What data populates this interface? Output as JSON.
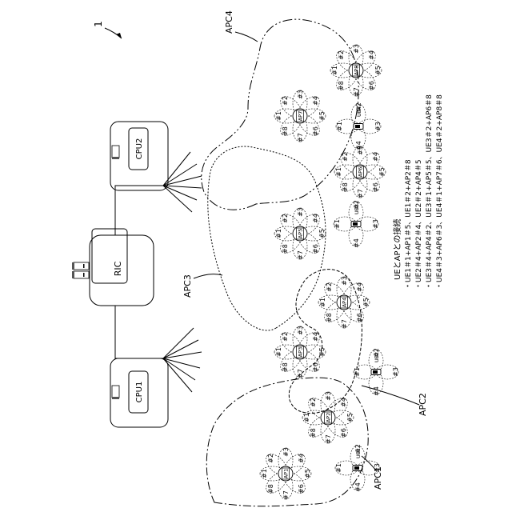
{
  "figure_ref": "1",
  "ric_label": "RIC",
  "cpus": [
    {
      "id": "cpu1",
      "label": "CPU1"
    },
    {
      "id": "cpu2",
      "label": "CPU2"
    }
  ],
  "apc_labels": [
    {
      "id": "apc1",
      "label": "APC1"
    },
    {
      "id": "apc2",
      "label": "APC2"
    },
    {
      "id": "apc3",
      "label": "APC3"
    },
    {
      "id": "apc4",
      "label": "APC4"
    }
  ],
  "aps": [
    {
      "id": "ap1",
      "label": "AP1"
    },
    {
      "id": "ap2",
      "label": "AP2"
    },
    {
      "id": "ap3",
      "label": "AP3"
    },
    {
      "id": "ap4",
      "label": "AP4"
    },
    {
      "id": "ap5",
      "label": "AP5"
    },
    {
      "id": "ap6",
      "label": "AP6"
    },
    {
      "id": "ap7",
      "label": "AP7"
    },
    {
      "id": "ap8",
      "label": "AP8"
    }
  ],
  "ues": [
    {
      "id": "ue1",
      "label": "UE1"
    },
    {
      "id": "ue2",
      "label": "UE2"
    },
    {
      "id": "ue3",
      "label": "UE3"
    },
    {
      "id": "ue4",
      "label": "UE4"
    }
  ],
  "ue_sector_labels": [
    "#1",
    "#2",
    "#3",
    "#4"
  ],
  "sector_labels": [
    "#1",
    "#2",
    "#3",
    "#4",
    "#5",
    "#6",
    "#7",
    "#8"
  ],
  "legend": {
    "title": "UEとAPとの接続",
    "lines": [
      "・UE1＃1+AP1＃5、UE1＃2+AP2＃8",
      "・UE2＃4+AP2＃4、UE2＃2+AP4＃5",
      "・UE3＃4+AP4＃2、UE3＃1+AP5＃5、UE3＃2+AP6＃8",
      "・UE4＃3+AP6＃3、UE4＃1+AP7＃6、UE4＃2+AP8＃8"
    ]
  }
}
